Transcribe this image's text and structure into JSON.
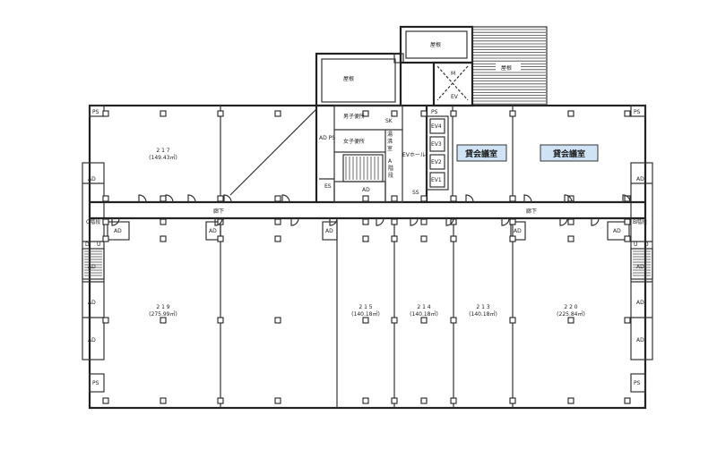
{
  "rooms": {
    "r217": {
      "number": "2 1 7",
      "area": "(149.43㎡)"
    },
    "r219": {
      "number": "2 1 9",
      "area": "(275.99㎡)"
    },
    "r215": {
      "number": "2 1 5",
      "area": "(140.18㎡)"
    },
    "r214": {
      "number": "2 1 4",
      "area": "(140.18㎡)"
    },
    "r213": {
      "number": "2 1 3",
      "area": "(140.18㎡)"
    },
    "r220": {
      "number": "2 2 0",
      "area": "(225.84㎡)"
    }
  },
  "labels": {
    "roof": "屋根",
    "ev": "EV",
    "mens_toilet": "男子便所",
    "womens_toilet": "女子便所",
    "ad": "AD",
    "ps": "PS",
    "ad_ps": "AD PS",
    "sk": "SK",
    "es": "ES",
    "ss": "SS",
    "ev_hall": "EVホール",
    "ev1": "EV1",
    "ev2": "EV2",
    "ev3": "EV3",
    "ev4": "EV4",
    "corridor": "廊下",
    "c_stair": "C階段",
    "b_stair": "B階段",
    "a_stair": "A\n階\n段",
    "a_stair_1": "A",
    "a_stair_2": "階",
    "a_stair_3": "段",
    "kitchen": "湯沸室",
    "kitchen_1": "湯",
    "kitchen_2": "沸",
    "kitchen_3": "室",
    "d": "D",
    "u": "U",
    "m": "M",
    "conf_room": "貸会議室"
  }
}
